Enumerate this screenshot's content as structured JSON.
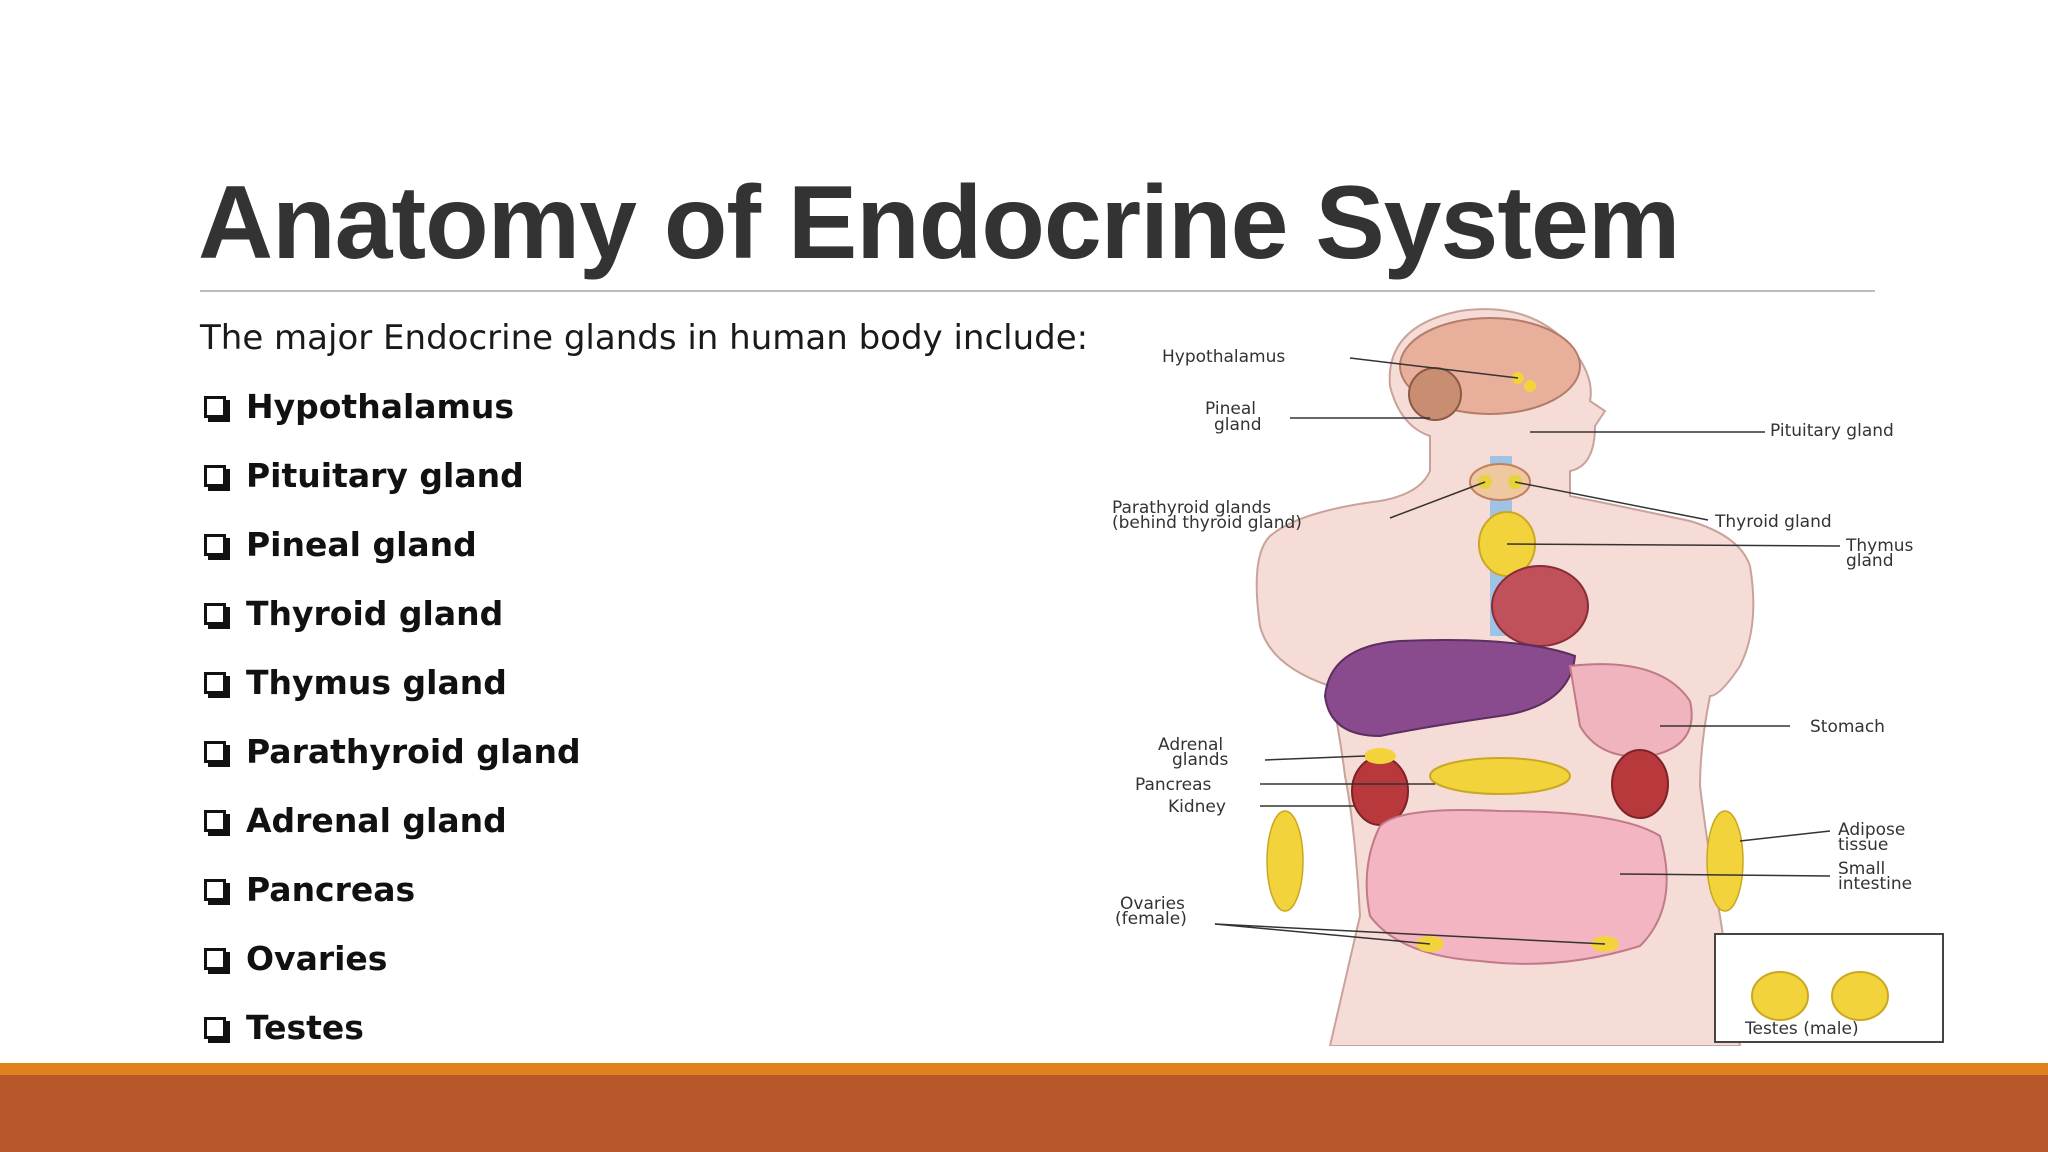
{
  "slide": {
    "title": "Anatomy of Endocrine System",
    "intro": "The major Endocrine glands in human body include:",
    "glands": [
      "Hypothalamus",
      "Pituitary gland",
      "Pineal gland",
      "Thyroid gland",
      "Thymus gland",
      "Parathyroid gland",
      "Adrenal gland",
      "Pancreas",
      "Ovaries",
      "Testes"
    ]
  },
  "figure": {
    "labels": {
      "hypothalamus": "Hypothalamus",
      "pineal_1": "Pineal",
      "pineal_2": "gland",
      "pituitary": "Pituitary gland",
      "parathyroid_1": "Parathyroid glands",
      "parathyroid_2": "(behind thyroid gland)",
      "thyroid": "Thyroid gland",
      "thymus_1": "Thymus",
      "thymus_2": "gland",
      "stomach": "Stomach",
      "adrenal_1": "Adrenal",
      "adrenal_2": "glands",
      "pancreas": "Pancreas",
      "kidney": "Kidney",
      "adipose_1": "Adipose",
      "adipose_2": "tissue",
      "small_1": "Small",
      "small_2": "intestine",
      "ovaries_1": "Ovaries",
      "ovaries_2": "(female)",
      "testes": "Testes (male)"
    }
  },
  "colors": {
    "title": "#333333",
    "footer_thin": "#e1801e",
    "footer_thick": "#b8572a"
  }
}
